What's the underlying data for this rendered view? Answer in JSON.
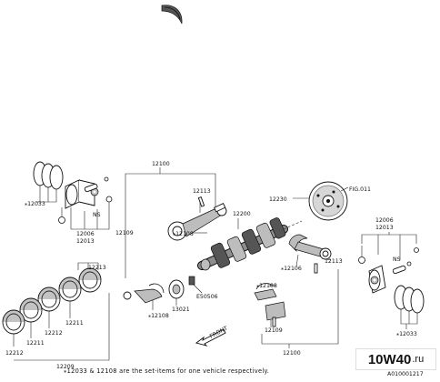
{
  "callouts": {
    "c12100_top": "12100",
    "c12033_left": "⁎12033",
    "c12006_left": "12006",
    "c12013_left": "12013",
    "c12109_left": "12109",
    "c12113_top": "12113",
    "c12108_top": "⁎12108",
    "c12200": "12200",
    "c12230": "12230",
    "fig011": "FIG.011",
    "c12006_right": "12006",
    "c12013_right": "12013",
    "c12106": "⁎12106",
    "c12113_right": "12113",
    "c12108_mid": "⁎12108",
    "e50506": "E50506",
    "c13021": "13021",
    "c12108_low": "⁎12108",
    "c12033_right": "⁎12033",
    "c12109_low": "12109",
    "c12100_low": "12100",
    "c12213": "12213",
    "c12211_a": "12211",
    "c12212_a": "12212",
    "c12211_b": "12211",
    "c12212_b": "12212",
    "c12209": "12209",
    "ns_left": "NS",
    "ns_right": "NS",
    "front": "FRONT"
  },
  "footnote": "⁎12033 & 12108 are the set-items for one vehicle respectively.",
  "drawing_id": "A010001217",
  "watermark": {
    "main": "10W40",
    "domain": ".ru"
  }
}
